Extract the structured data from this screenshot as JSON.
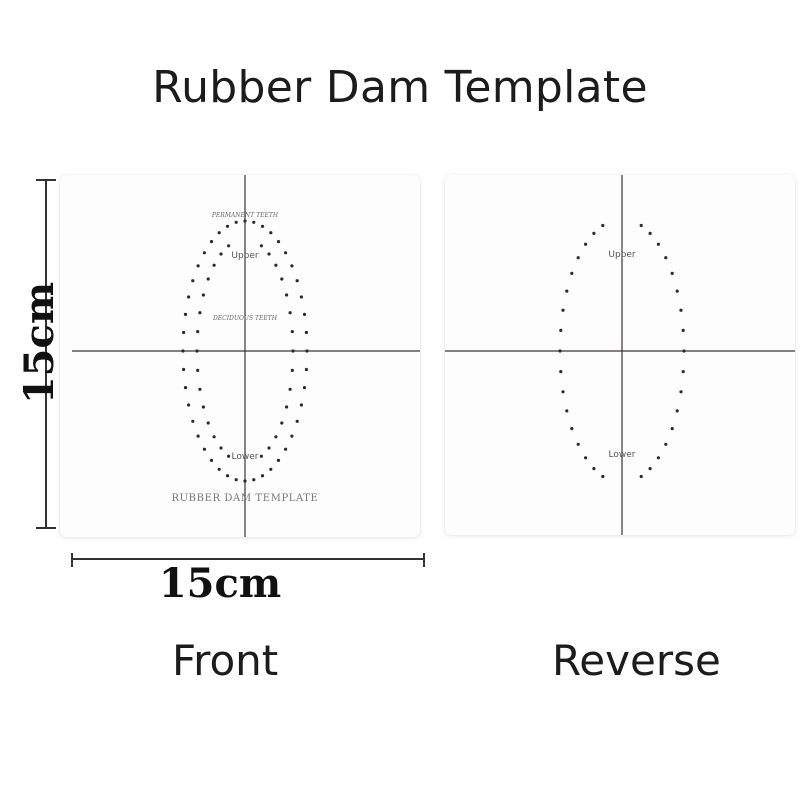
{
  "title": "Rubber Dam Template",
  "dimensions": {
    "width_label": "15cm",
    "height_label": "15cm"
  },
  "captions": {
    "front": "Front",
    "reverse": "Reverse"
  },
  "front": {
    "permanent_label": "PERMANENT TEETH",
    "upper_label": "Upper",
    "deciduous_label": "DECIDUOUS TEETH",
    "lower_label": "Lower",
    "footer_label": "RUBBER DAM TEMPLATE"
  },
  "reverse": {
    "upper_label": "Upper",
    "lower_label": "Lower"
  }
}
